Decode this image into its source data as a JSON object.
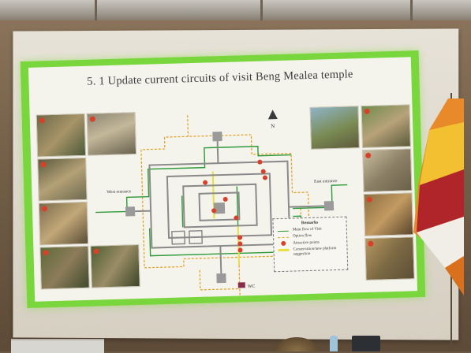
{
  "slide": {
    "title": "5. 1 Update current circuits of visit Beng Mealea temple",
    "north_label": "N",
    "west_entrance": "West entrance",
    "east_entrance": "East entrance",
    "wc_label": "WC"
  },
  "remarks": {
    "title": "Remarks",
    "items": [
      {
        "label": "Main flow of Visit",
        "swatch": "green-line"
      },
      {
        "label": "Option flow",
        "swatch": "orange-dashed"
      },
      {
        "label": "Attractive points",
        "swatch": "red-dot"
      },
      {
        "label": "Conservation/new platform",
        "swatch": "yellow-line"
      },
      {
        "label": "suggestion",
        "swatch": "none"
      }
    ]
  },
  "colors": {
    "slide_border": "#79d63c",
    "main_flow": "#2e9a3a",
    "option_flow": "#e0a020",
    "attractive_point": "#d8402a",
    "conservation": "#e8e040",
    "temple_walls": "#8a8a8a"
  },
  "icons": [
    "north-arrow-icon",
    "wc-icon",
    "attractive-point-icon"
  ]
}
